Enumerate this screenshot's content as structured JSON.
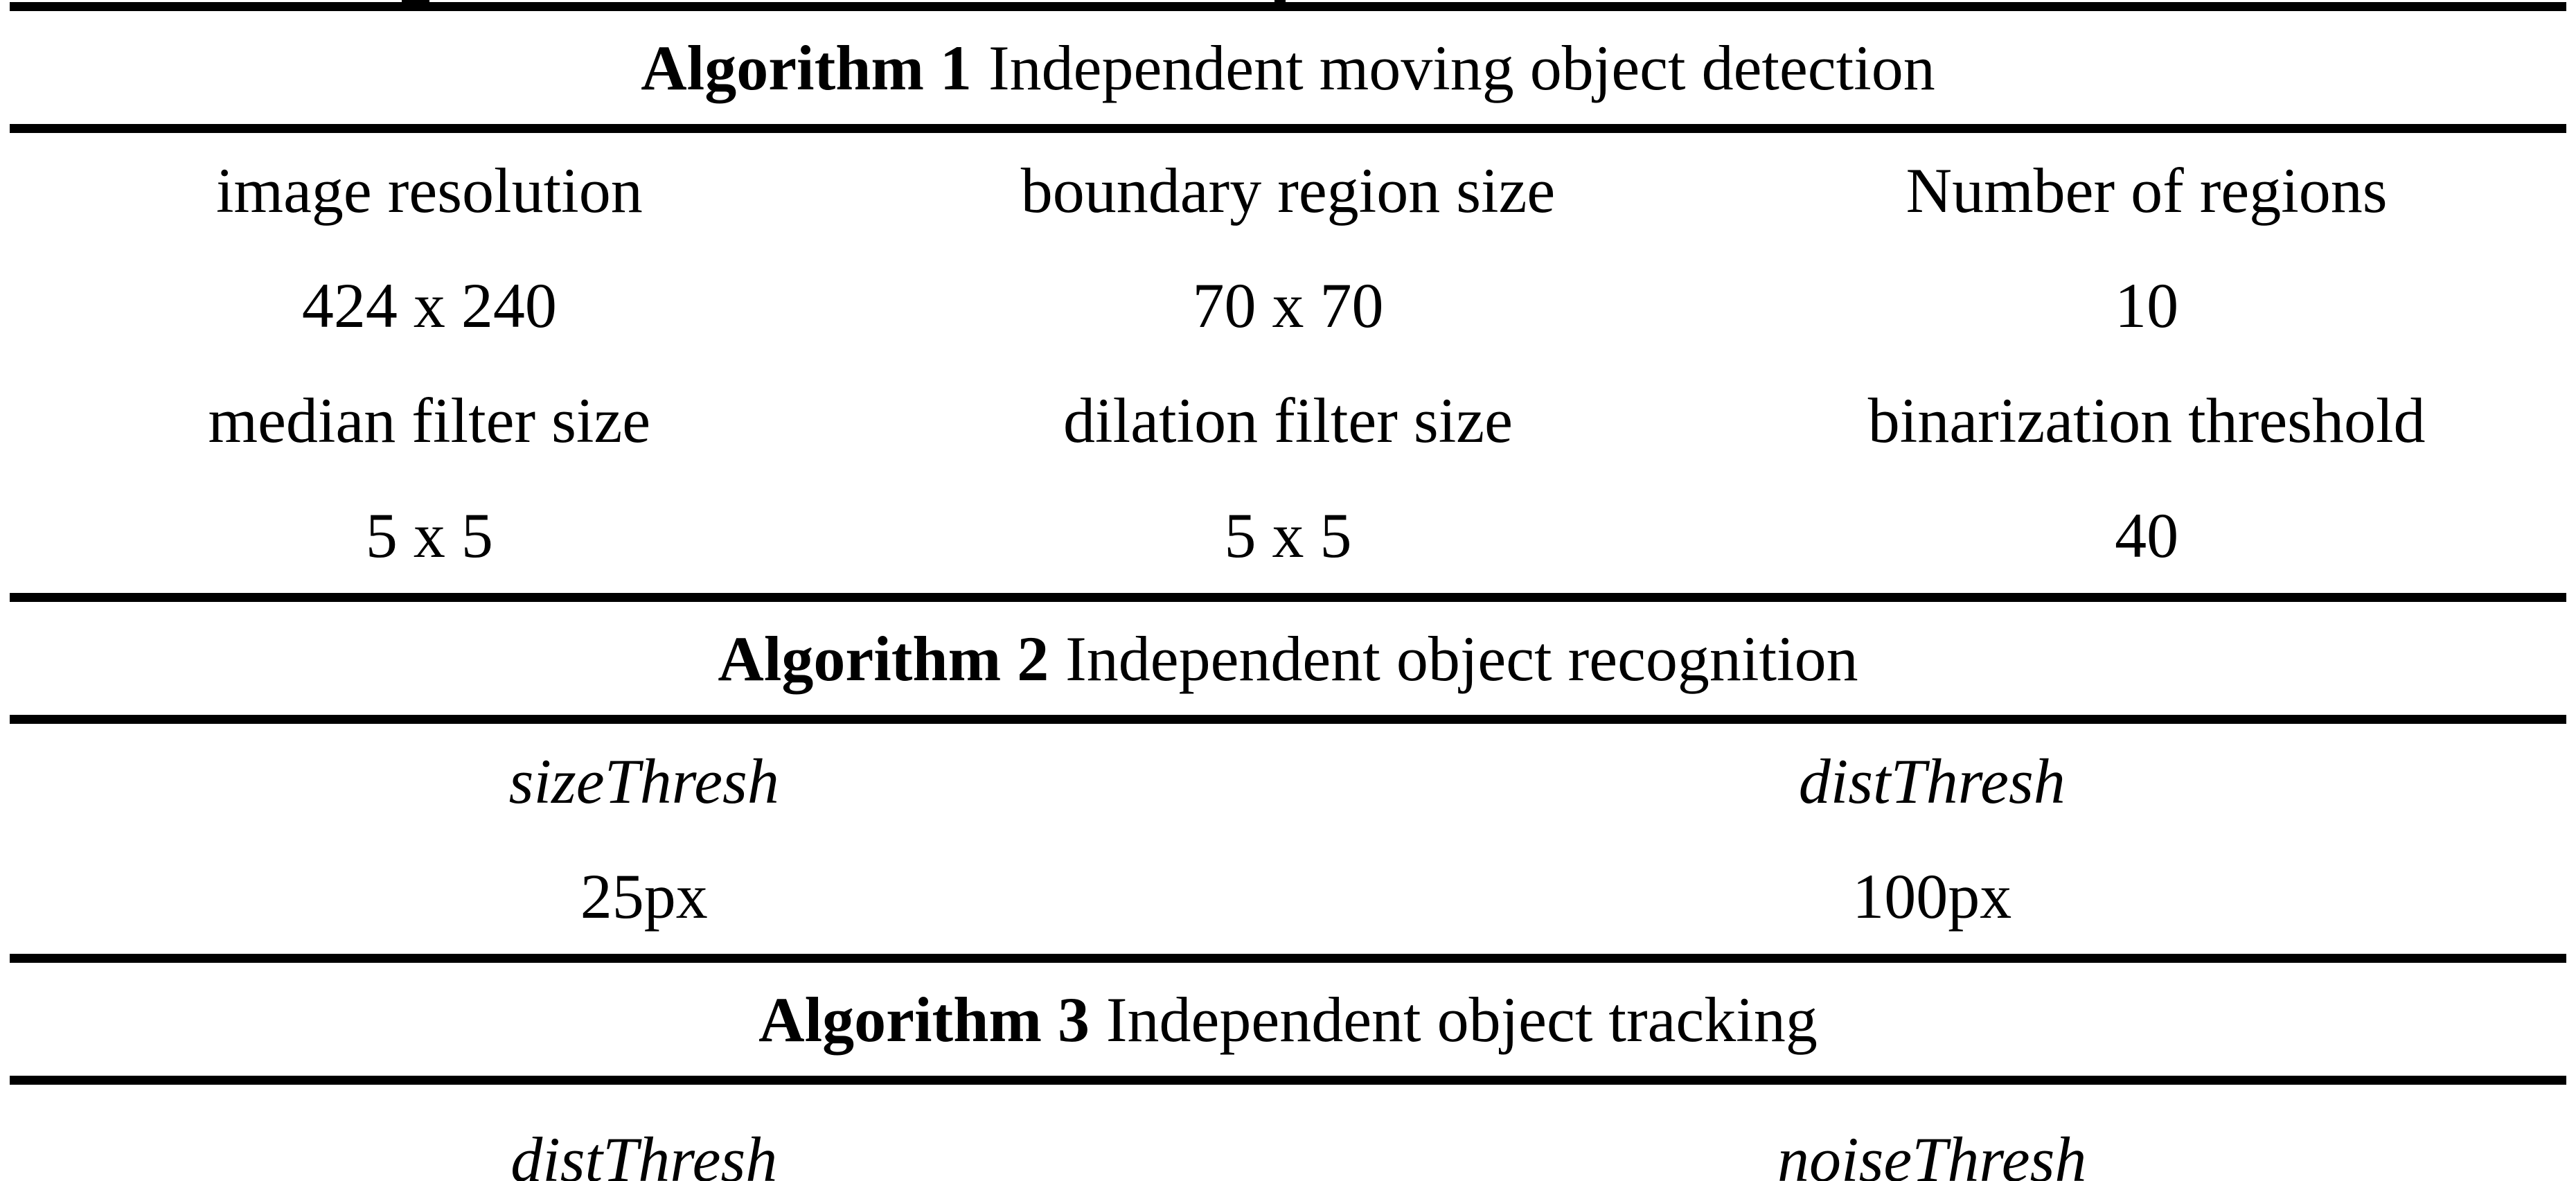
{
  "table": {
    "sections": [
      {
        "title_bold": "Algorithm 1",
        "title_rest": "Independent moving object detection",
        "rows": [
          {
            "cells": [
              "image resolution",
              "boundary region size",
              "Number of regions"
            ]
          },
          {
            "cells": [
              "424 x 240",
              "70 x 70",
              "10"
            ]
          },
          {
            "cells": [
              "median filter size",
              "dilation filter size",
              "binarization threshold"
            ]
          },
          {
            "cells": [
              "5 x 5",
              "5 x 5",
              "40"
            ]
          }
        ]
      },
      {
        "title_bold": "Algorithm 2",
        "title_rest": "Independent object recognition",
        "rows": [
          {
            "cells": [
              "sizeThresh",
              "distThresh"
            ]
          },
          {
            "cells": [
              "25px",
              "100px"
            ]
          }
        ]
      },
      {
        "title_bold": "Algorithm 3",
        "title_rest": "Independent object tracking",
        "rows": [
          {
            "cells": [
              "distThresh",
              "noiseThresh"
            ]
          }
        ]
      }
    ],
    "colors": {
      "text": "#000000",
      "rule": "#000000",
      "background": "#ffffff"
    }
  }
}
